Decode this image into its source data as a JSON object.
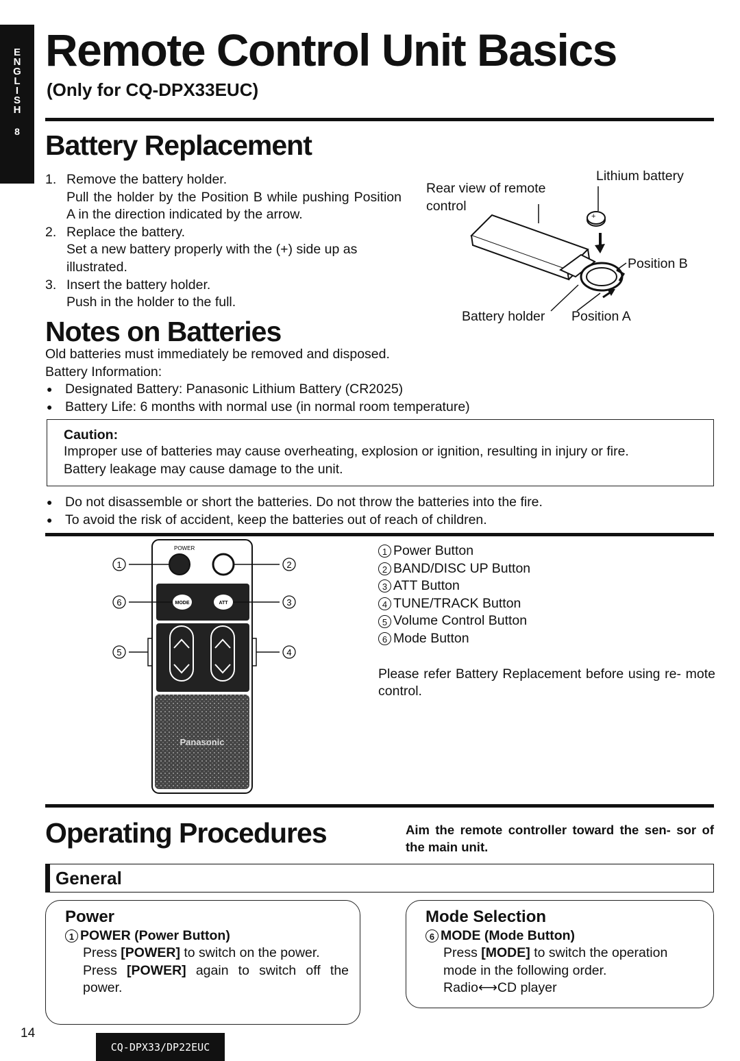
{
  "side_tab": {
    "letters": [
      "E",
      "N",
      "G",
      "L",
      "I",
      "S",
      "H"
    ],
    "page": "8"
  },
  "header": {
    "title": "Remote Control Unit Basics",
    "subtitle": "(Only for CQ-DPX33EUC)"
  },
  "battery_replacement": {
    "heading": "Battery Replacement",
    "steps": [
      {
        "num": "1.",
        "title": "Remove the battery holder.",
        "detail": "Pull the holder by the Position B while pushing Position A in the direction indicated by the arrow."
      },
      {
        "num": "2.",
        "title": "Replace the battery.",
        "detail": "Set a new battery properly with the (+) side up as illustrated."
      },
      {
        "num": "3.",
        "title": "Insert the battery holder.",
        "detail": "Push in the holder to the full."
      }
    ],
    "figure_labels": {
      "rear_view": "Rear view of remote",
      "rear_view_2": "control",
      "lithium": "Lithium battery",
      "position_b": "Position B",
      "holder": "Battery holder",
      "position_a": "Position A",
      "plus": "+"
    }
  },
  "notes": {
    "heading": "Notes on Batteries",
    "intro_1": "Old batteries must immediately be removed and disposed.",
    "intro_2": "Battery Information:",
    "bullets": [
      "Designated Battery: Panasonic Lithium Battery (CR2025)",
      "Battery Life: 6 months with normal use (in normal room temperature)"
    ],
    "caution_title": "Caution:",
    "caution_lines": [
      "Improper use of batteries may cause overheating, explosion or ignition, resulting in injury or fire.",
      "Battery leakage may cause damage to the unit."
    ],
    "warnings": [
      "Do not disassemble or short the batteries. Do not throw the batteries into the fire.",
      "To avoid the risk of accident, keep the batteries out of reach of children."
    ]
  },
  "remote": {
    "callouts": [
      "1",
      "2",
      "3",
      "4",
      "5",
      "6"
    ],
    "button_labels": {
      "power": "POWER",
      "mode": "MODE",
      "att": "ATT",
      "brand": "Panasonic"
    },
    "legend": [
      {
        "num": "1",
        "label": "Power Button"
      },
      {
        "num": "2",
        "label": "BAND/DISC UP Button"
      },
      {
        "num": "3",
        "label": "ATT Button"
      },
      {
        "num": "4",
        "label": "TUNE/TRACK Button"
      },
      {
        "num": "5",
        "label": "Volume Control Button"
      },
      {
        "num": "6",
        "label": "Mode Button"
      }
    ],
    "note": "Please refer Battery Replacement before using re- mote control."
  },
  "operating": {
    "heading": "Operating Procedures",
    "aim": "Aim the remote controller toward the sen- sor of the main unit.",
    "general": "General",
    "power_card": {
      "title": "Power",
      "num": "1",
      "sub": "POWER (Power Button)",
      "press": "Press",
      "key": "[POWER]",
      "line1_rest": "to switch on the power.",
      "line2_pre": "Press",
      "line2_rest": "again to switch off the power."
    },
    "mode_card": {
      "title": "Mode Selection",
      "num": "6",
      "sub": "MODE (Mode Button)",
      "press": "Press",
      "key": "[MODE]",
      "rest": "to switch the operation mode in the following order.",
      "sequence": "Radio⟷CD player"
    }
  },
  "footer": {
    "page_number": "14",
    "model": "CQ-DPX33/DP22EUC"
  }
}
